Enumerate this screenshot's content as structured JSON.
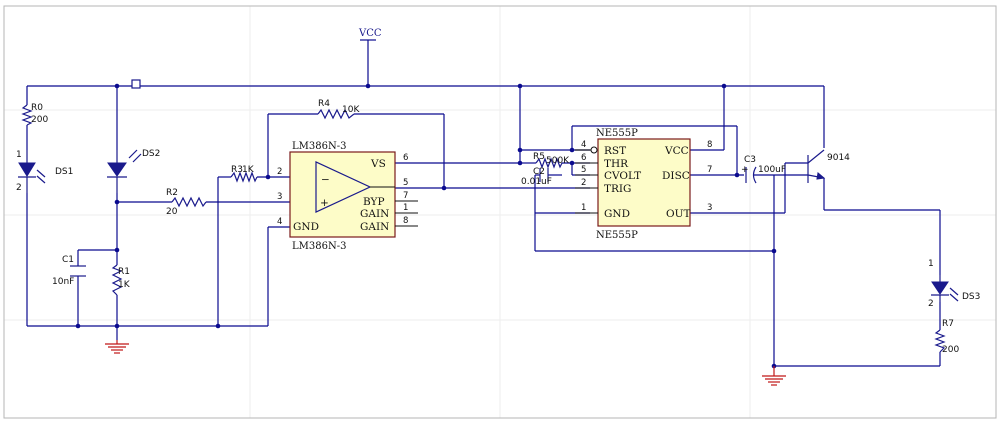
{
  "net": {
    "vcc": "VCC"
  },
  "parts": {
    "r0": {
      "ref": "R0",
      "value": "200"
    },
    "r1": {
      "ref": "R1",
      "value": "1K"
    },
    "r2": {
      "ref": "R2",
      "value": "20"
    },
    "r3": {
      "ref": "R3",
      "value": "1K"
    },
    "r4": {
      "ref": "R4",
      "value": "10K"
    },
    "r5": {
      "ref": "R5",
      "value": "500K"
    },
    "r7": {
      "ref": "R7",
      "value": "200"
    },
    "c1": {
      "ref": "C1",
      "value": "10nF"
    },
    "c2": {
      "ref": "C2",
      "value": "0.01uF"
    },
    "c3": {
      "ref": "C3",
      "value": "100uF",
      "polarity": "+"
    },
    "ds1": {
      "ref": "DS1",
      "pin1": "1",
      "pin2": "2"
    },
    "ds2": {
      "ref": "DS2"
    },
    "ds3": {
      "ref": "DS3",
      "pin1": "1",
      "pin2": "2"
    },
    "q1": {
      "value": "9014"
    }
  },
  "lm386": {
    "name_top": "LM386N-3",
    "name_bottom": "LM386N-3",
    "minus": "−",
    "plus": "+",
    "pins": {
      "vs": "VS",
      "gnd": "GND",
      "byp": "BYP",
      "gain1": "GAIN",
      "gain2": "GAIN",
      "n2": "2",
      "n3": "3",
      "n4": "4",
      "n6": "6",
      "n5": "5",
      "n7": "7",
      "n1": "1",
      "n8": "8"
    }
  },
  "ne555": {
    "name_top": "NE555P",
    "name_bottom": "NE555P",
    "pins": {
      "rst": "RST",
      "thr": "THR",
      "cvolt": "CVOLT",
      "trig": "TRIG",
      "gnd": "GND",
      "vcc": "VCC",
      "disc": "DISC",
      "out": "OUT",
      "n4": "4",
      "n6": "6",
      "n5": "5",
      "n2": "2",
      "n1": "1",
      "n8": "8",
      "n7": "7",
      "n3": "3"
    }
  }
}
